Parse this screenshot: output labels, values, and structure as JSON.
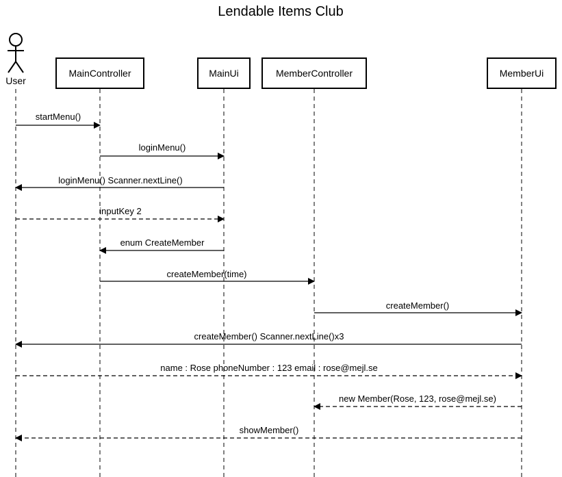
{
  "title": "Lendable Items Club",
  "actor": {
    "label": "User"
  },
  "participants": [
    {
      "id": "maincontroller",
      "label": "MainController"
    },
    {
      "id": "mainui",
      "label": "MainUi"
    },
    {
      "id": "membercontroller",
      "label": "MemberController"
    },
    {
      "id": "memberui",
      "label": "MemberUi"
    }
  ],
  "messages": [
    {
      "label": "startMenu()",
      "from": "user",
      "to": "maincontroller",
      "style": "solid"
    },
    {
      "label": "loginMenu()",
      "from": "maincontroller",
      "to": "mainui",
      "style": "solid"
    },
    {
      "label": "loginMenu() Scanner.nextLine()",
      "from": "mainui",
      "to": "user",
      "style": "solid"
    },
    {
      "label": "inputKey 2",
      "from": "user",
      "to": "mainui",
      "style": "dashed"
    },
    {
      "label": "enum CreateMember",
      "from": "mainui",
      "to": "maincontroller",
      "style": "solid"
    },
    {
      "label": "createMember(time)",
      "from": "maincontroller",
      "to": "membercontroller",
      "style": "solid"
    },
    {
      "label": "createMember()",
      "from": "membercontroller",
      "to": "memberui",
      "style": "solid"
    },
    {
      "label": "createMember() Scanner.nextLine()x3",
      "from": "memberui",
      "to": "user",
      "style": "solid"
    },
    {
      "label": "name : Rose phoneNumber : 123 email : rose@mejl.se",
      "from": "user",
      "to": "memberui",
      "style": "dashed"
    },
    {
      "label": "new Member(Rose, 123, rose@mejl.se)",
      "from": "memberui",
      "to": "membercontroller",
      "style": "dashed"
    },
    {
      "label": "showMember()",
      "from": "memberui",
      "to": "user",
      "style": "dashed"
    }
  ]
}
